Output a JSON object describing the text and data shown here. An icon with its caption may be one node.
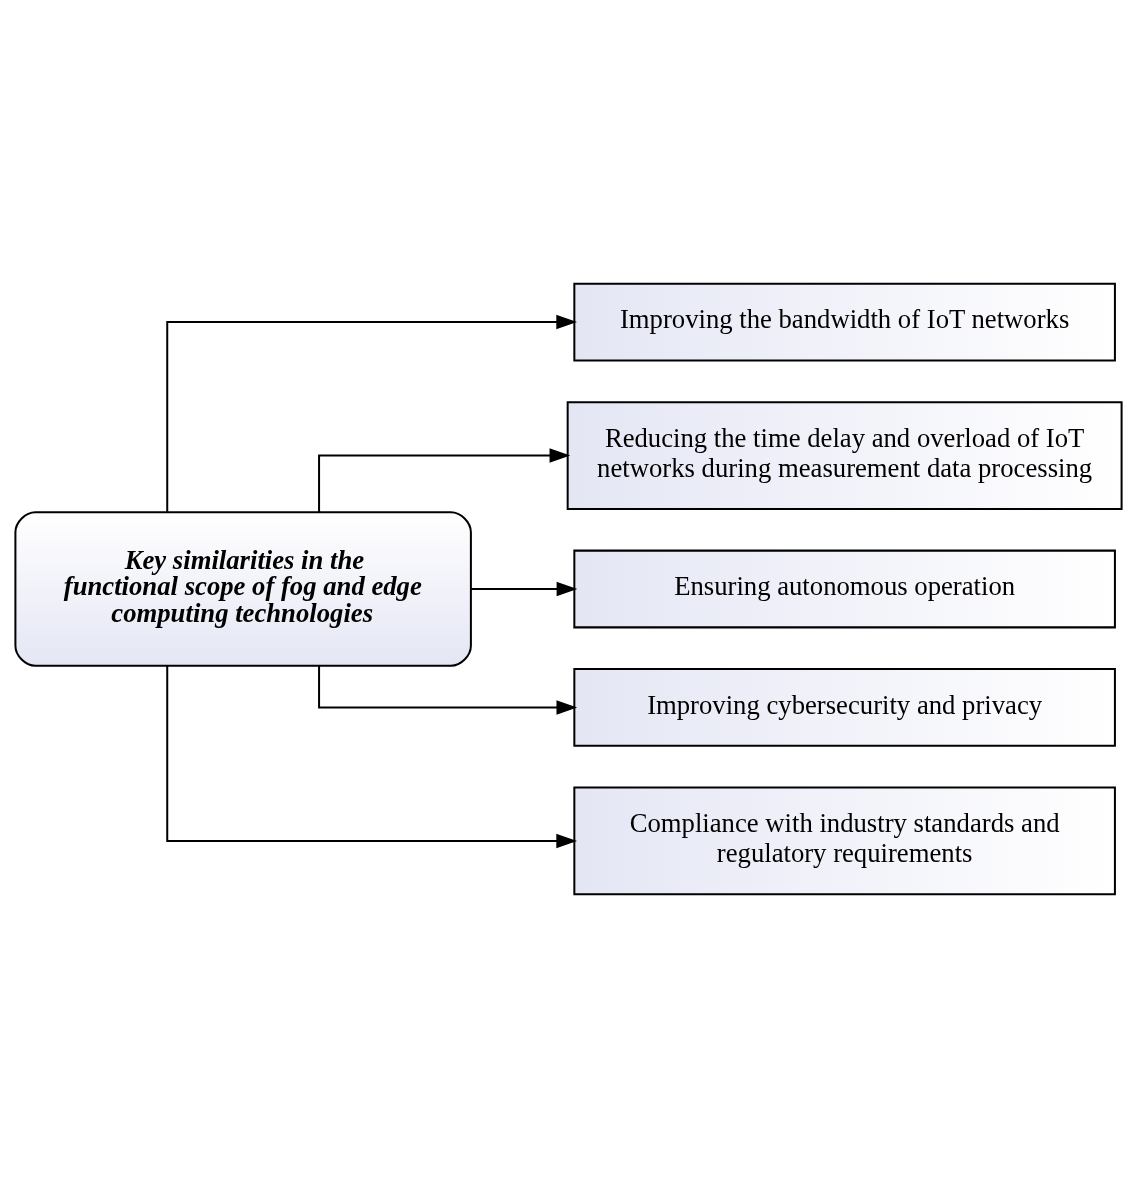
{
  "diagram": {
    "nodes": [
      {
        "text": [
          "Key similarities in the functional scope of fog and edge computing technologies"
        ]
      },
      {
        "text": [
          "Improving the bandwidth of IoT networks"
        ]
      },
      {
        "text": [
          "Reducing the time delay and overload of IoT networks during measurement data processing"
        ]
      },
      {
        "text": [
          "Ensuring autonomous operation"
        ]
      },
      {
        "text": [
          "Improving cybersecurity and privacy"
        ]
      },
      {
        "text": [
          "Compliance with industry standards and regulatory requirements"
        ]
      }
    ],
    "edges": [
      {
        "from": 0,
        "to": 1,
        "arrow": "to"
      },
      {
        "from": 0,
        "to": 2,
        "arrow": "to"
      },
      {
        "from": 0,
        "to": 3,
        "arrow": "to"
      },
      {
        "from": 0,
        "to": 4,
        "arrow": "to"
      },
      {
        "from": 0,
        "to": 5,
        "arrow": "to"
      }
    ]
  }
}
